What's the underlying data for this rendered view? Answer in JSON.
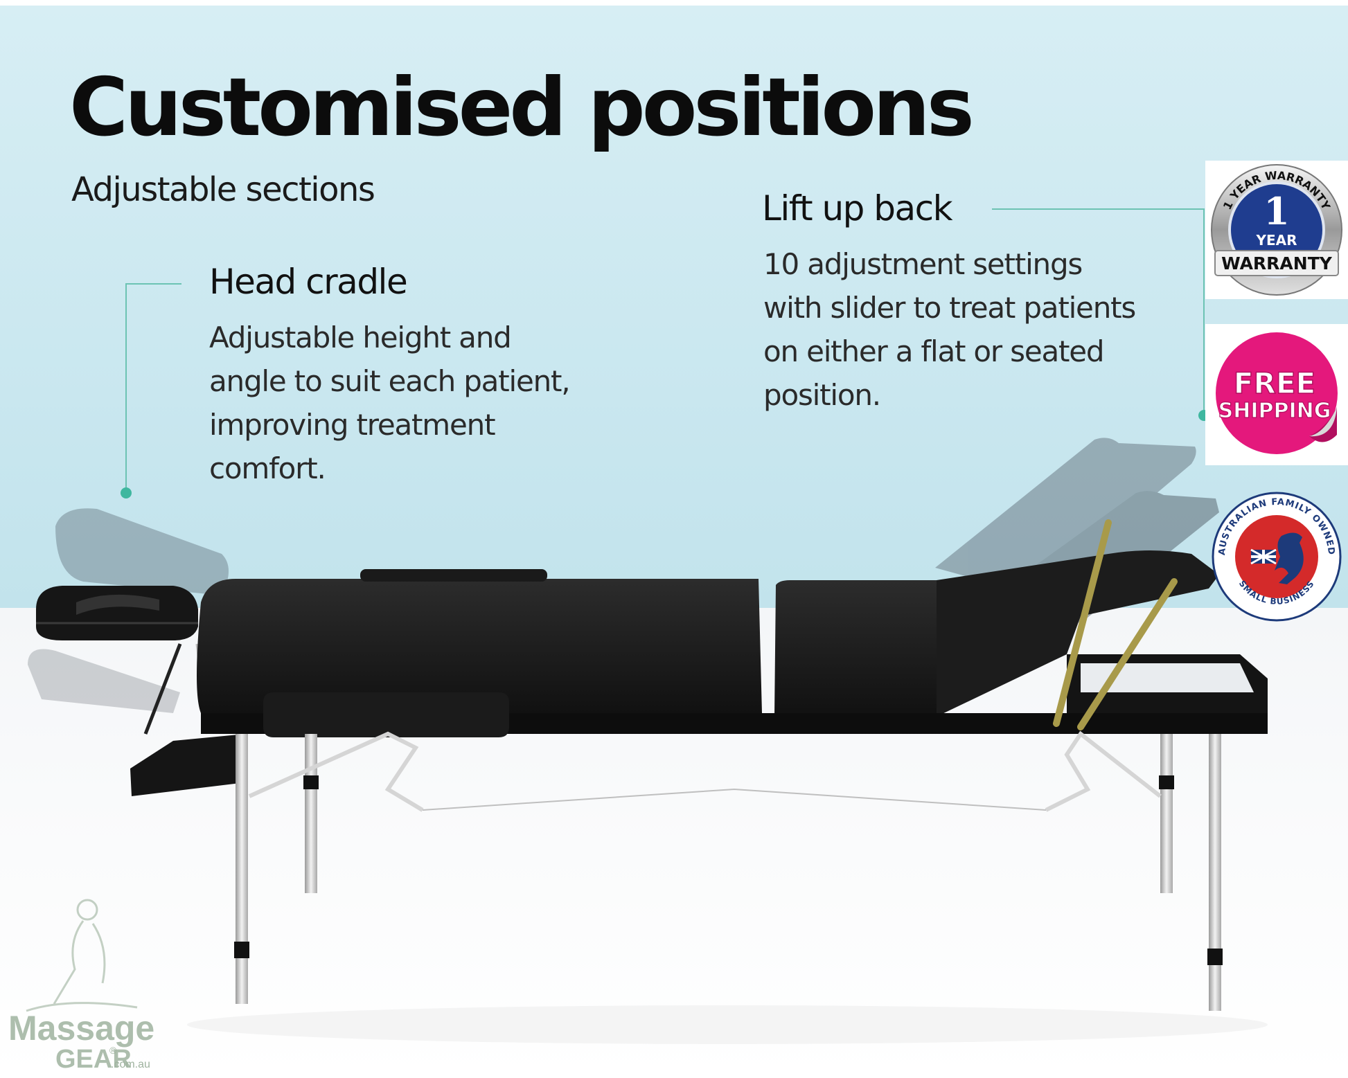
{
  "header": {
    "title": "Customised positions",
    "subtitle": "Adjustable sections"
  },
  "features": [
    {
      "title": "Head cradle",
      "description_lines": [
        "Adjustable height and",
        "angle to suit each patient,",
        "improving treatment",
        "comfort."
      ]
    },
    {
      "title": "Lift up back",
      "description_lines": [
        "10 adjustment settings",
        "with slider to treat patients",
        "on either a flat or seated",
        "position."
      ]
    }
  ],
  "badges": {
    "warranty": {
      "arc_text": "1 YEAR WARRANTY",
      "number": "1",
      "year_text": "YEAR",
      "label": "WARRANTY"
    },
    "shipping": {
      "line1": "FREE",
      "line2": "SHIPPING"
    },
    "family": {
      "arc_top": "AUSTRALIAN FAMILY OWNED",
      "arc_bottom": "SMALL BUSINESS"
    }
  },
  "watermark": {
    "brand_line1": "Massage",
    "brand_line2": "GEAR",
    "registered": "®",
    "domain": ".com.au"
  },
  "colors": {
    "wall": "#cbe8f0",
    "callout_line": "#6cc3b3",
    "table_black": "#151515",
    "warranty_blue": "#1f3d8f",
    "shipping_pink": "#e4187c",
    "family_red": "#d42a2a"
  }
}
